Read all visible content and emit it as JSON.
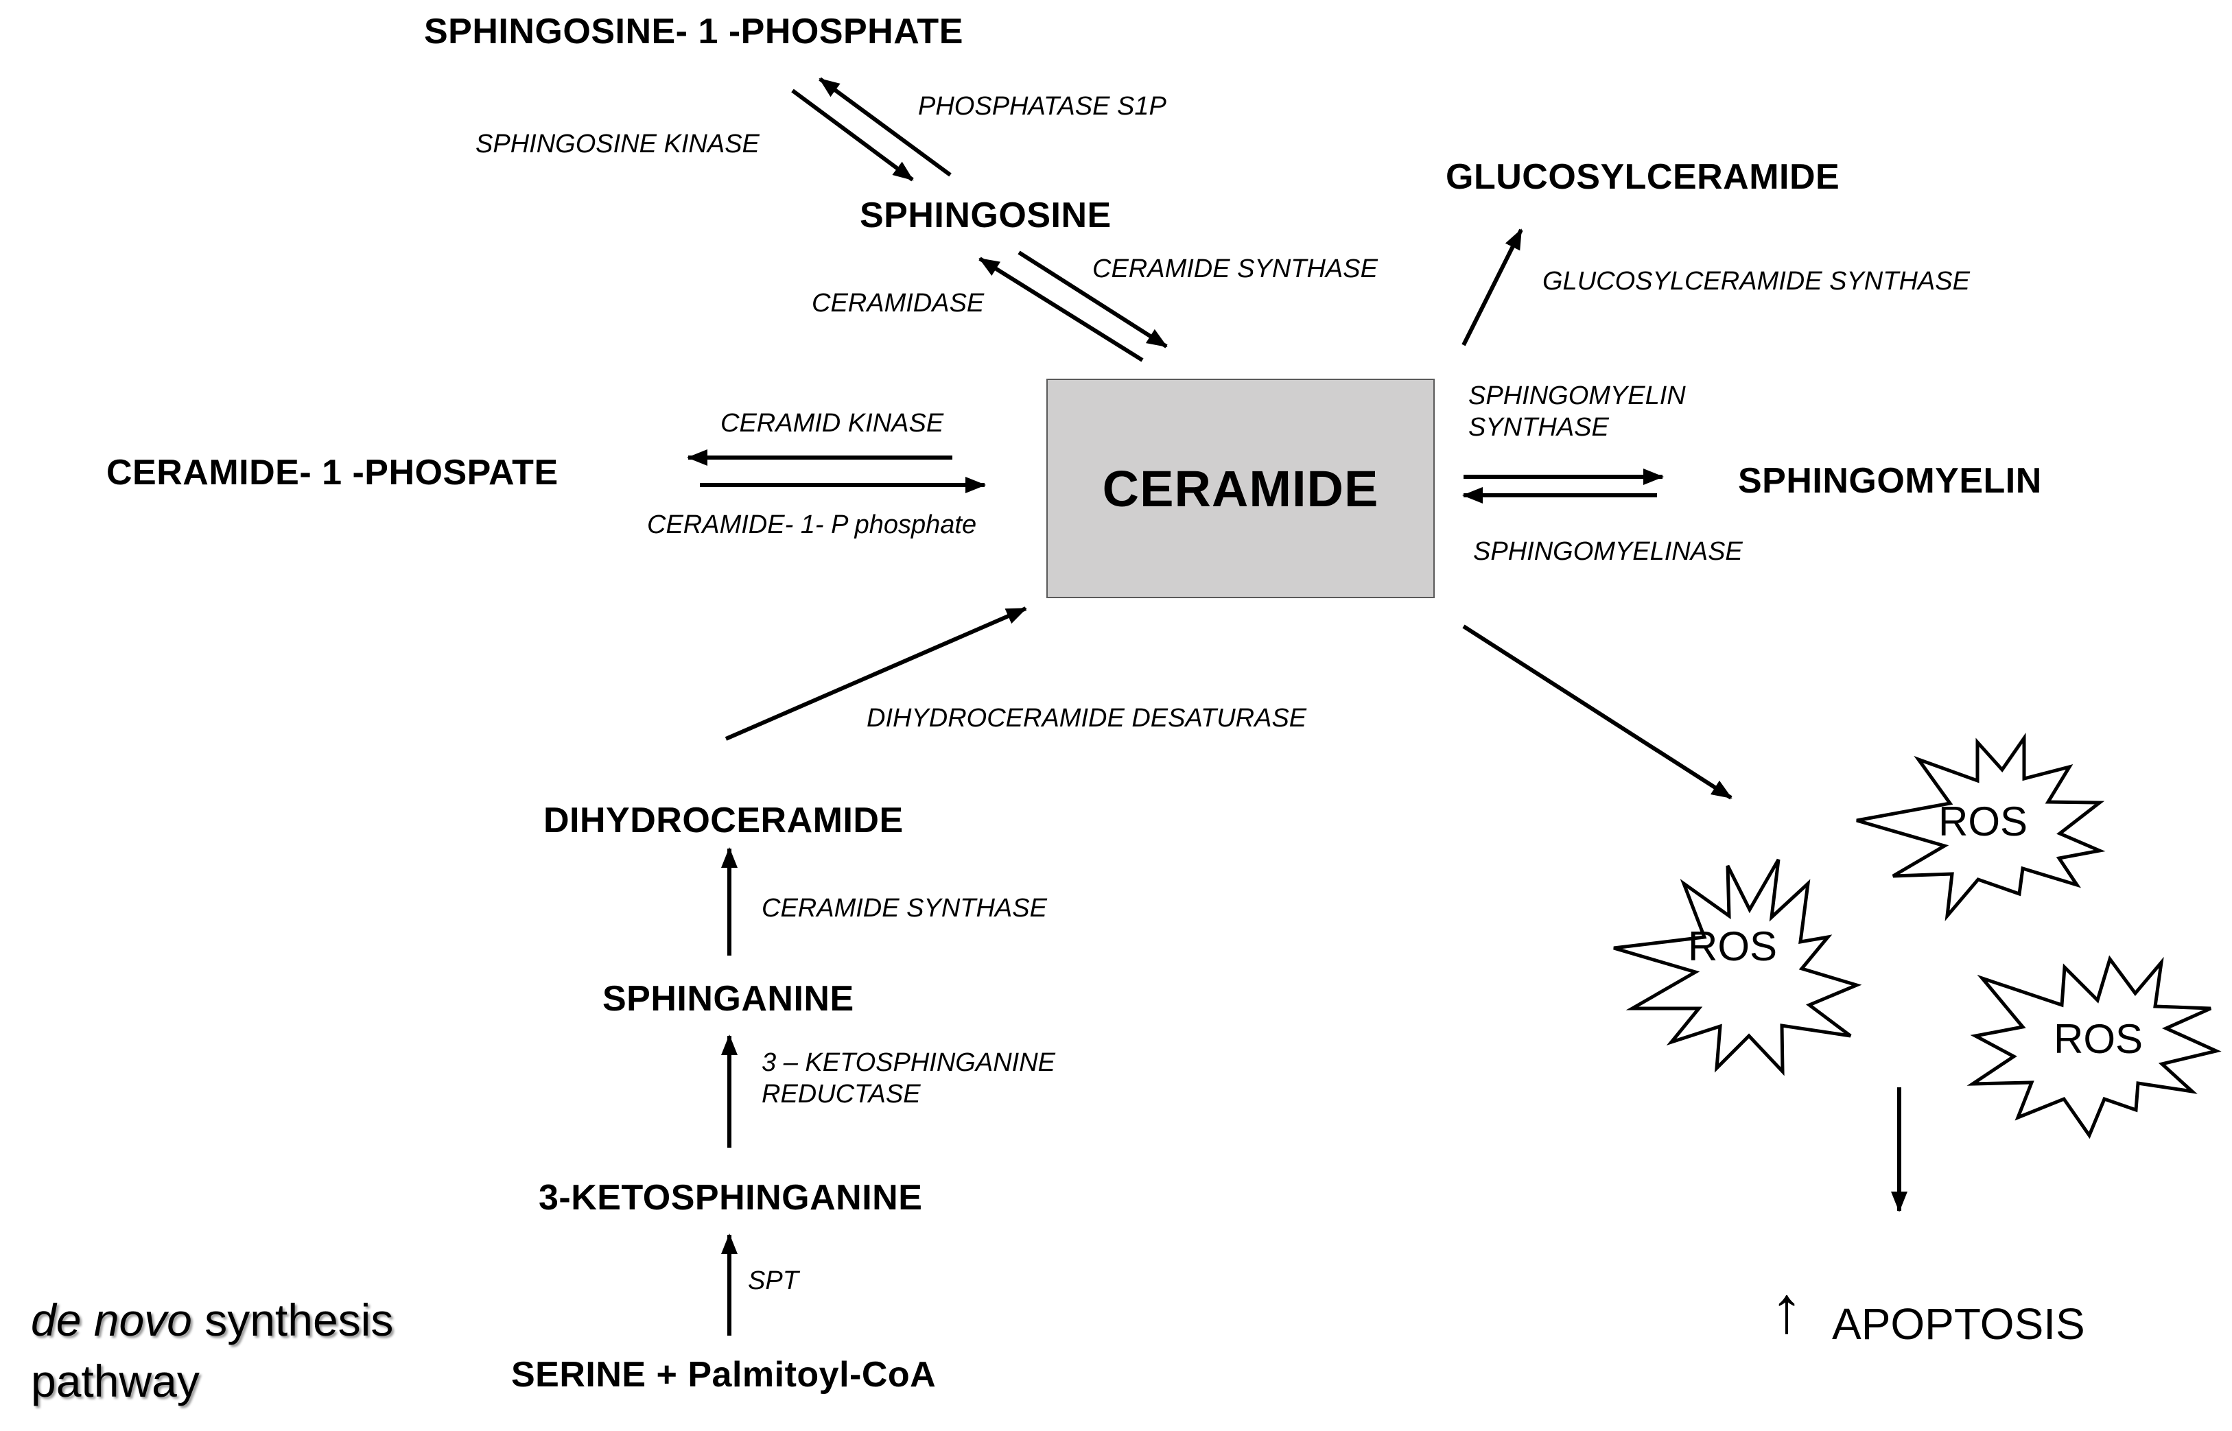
{
  "nodes": {
    "s1p": "SPHINGOSINE- 1 -PHOSPHATE",
    "sphingosine": "SPHINGOSINE",
    "glucosylceramide": "GLUCOSYLCERAMIDE",
    "ceramide_1_phosphate": "CERAMIDE- 1 -PHOSPATE",
    "ceramide": "CERAMIDE",
    "sphingomyelin": "SPHINGOMYELIN",
    "dihydroceramide": "DIHYDROCERAMIDE",
    "sphinganine": "SPHINGANINE",
    "ketosphinganine": "3-KETOSPHINGANINE",
    "serine_palmitoyl": "SERINE + Palmitoyl-CoA"
  },
  "enzymes": {
    "phosphatase_s1p": "PHOSPHATASE S1P",
    "sphingosine_kinase": "SPHINGOSINE KINASE",
    "ceramide_synthase_top": "CERAMIDE SYNTHASE",
    "ceramidase": "CERAMIDASE",
    "glucosylceramide_synthase": "GLUCOSYLCERAMIDE SYNTHASE",
    "ceramid_kinase": "CERAMID KINASE",
    "ceramide_1_p_phosphate": "CERAMIDE- 1- P phosphate",
    "sphingomyelin_synthase_line1": "SPHINGOMYELIN",
    "sphingomyelin_synthase_line2": "SYNTHASE",
    "sphingomyelinase": "SPHINGOMYELINASE",
    "dihydroceramide_desaturase": "DIHYDROCERAMIDE DESATURASE",
    "ceramide_synthase_bottom": "CERAMIDE SYNTHASE",
    "ketosphinganine_reductase_line1": "3 – KETOSPHINGANINE",
    "ketosphinganine_reductase_line2": "REDUCTASE",
    "spt": "SPT"
  },
  "ros": [
    "ROS",
    "ROS",
    "ROS"
  ],
  "apoptosis": {
    "arrow_symbol": "↑",
    "label": "APOPTOSIS"
  },
  "caption": {
    "italic_part": "de novo",
    "rest_line1": " synthesis",
    "line2": "pathway"
  },
  "colors": {
    "ceramide_box_fill": "#d0cfcf",
    "ceramide_box_border": "#5a5a5a",
    "line": "#000000"
  }
}
